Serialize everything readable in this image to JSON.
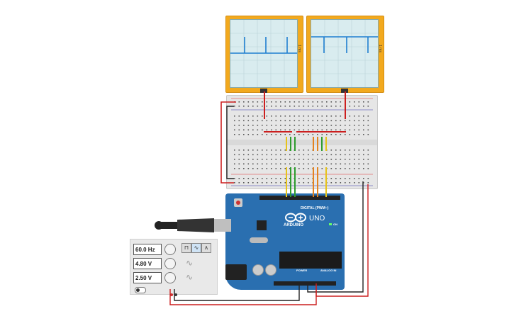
{
  "scope1": {
    "side_label": "1 ms",
    "probe_label": "T"
  },
  "scope2": {
    "side_label": "1 ms",
    "probe_label": "T"
  },
  "arduino": {
    "brand": "ARDUINO",
    "model": "UNO",
    "on_label": "ON",
    "digital_label": "DIGITAL (PWM~)",
    "analog_label": "ANALOG IN",
    "power_label": "POWER"
  },
  "generator": {
    "frequency": "60.0 Hz",
    "amplitude": "4.80 V",
    "offset": "2.50 V"
  },
  "colors": {
    "scope_body": "#f2a91e",
    "board": "#2a6fb0",
    "wire_red": "#cc1f1f",
    "wire_black": "#222222",
    "wire_green": "#2e9c2e",
    "wire_yellow": "#e6c31a",
    "wire_orange": "#e3821e",
    "signal": "#1f7fd0"
  }
}
